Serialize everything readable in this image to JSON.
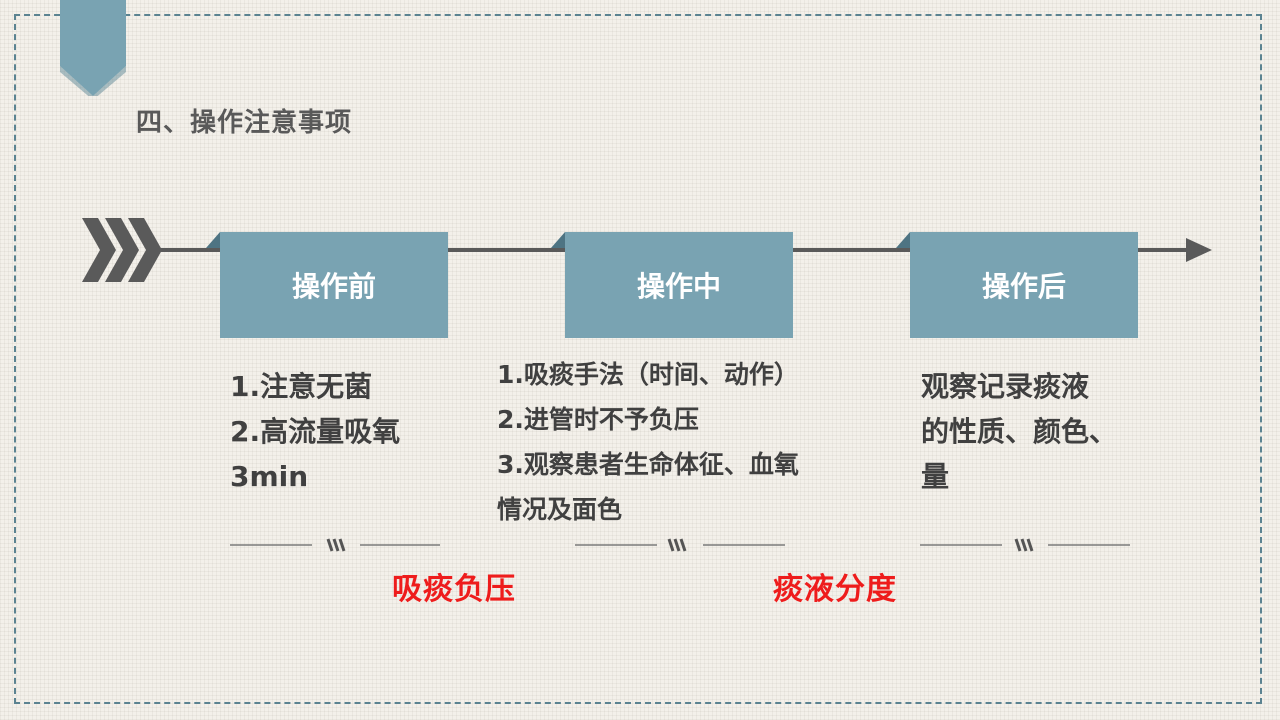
{
  "slide": {
    "title": "四、操作注意事项"
  },
  "stages": [
    {
      "label": "操作前",
      "items": [
        "1.注意无菌",
        "2.高流量吸氧",
        "3min"
      ]
    },
    {
      "label": "操作中",
      "items": [
        "1.吸痰手法（时间、动作）",
        "2.进管时不予负压",
        "3.观察患者生命体征、血氧",
        "情况及面色"
      ]
    },
    {
      "label": "操作后",
      "items": [
        "观察记录痰液",
        "的性质、颜色、",
        "量"
      ]
    }
  ],
  "keywords": [
    "吸痰负压",
    "痰液分度"
  ],
  "colors": {
    "accent": "#79a3b2",
    "frame": "#5b8391",
    "keyword": "#ee1c1c",
    "arrow": "#595959",
    "text": "#404040"
  },
  "icons": {
    "chevrons": "triple-chevron-icon",
    "arrowhead": "arrow-right-icon",
    "divider_mark": "slash-marks-icon"
  }
}
